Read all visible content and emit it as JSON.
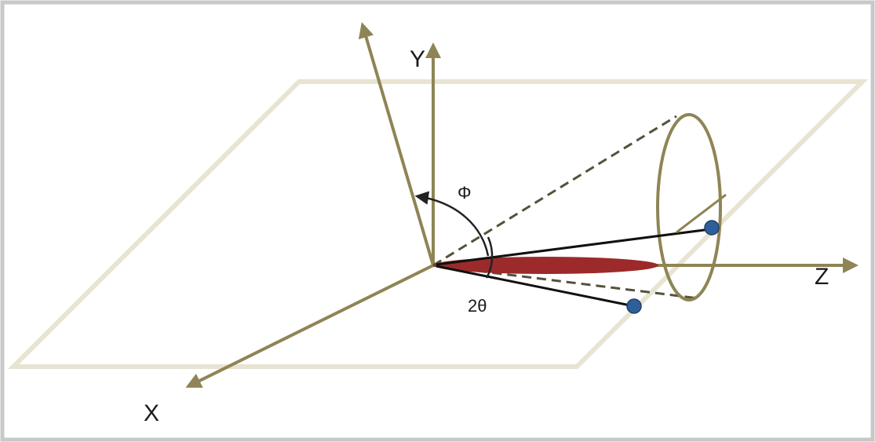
{
  "diagram": {
    "labels": {
      "x_axis": "X",
      "y_axis": "Y",
      "z_axis": "Z",
      "phi": "Φ",
      "two_theta": "2θ"
    },
    "colors": {
      "frame_border": "#c8c8c8",
      "plane": "#e8e4d2",
      "axis": "#8f8455",
      "cone_dashed": "#55513c",
      "ray": "#111111",
      "beam": "#9c2a2a",
      "detector_point": "#2f5f9a"
    }
  }
}
